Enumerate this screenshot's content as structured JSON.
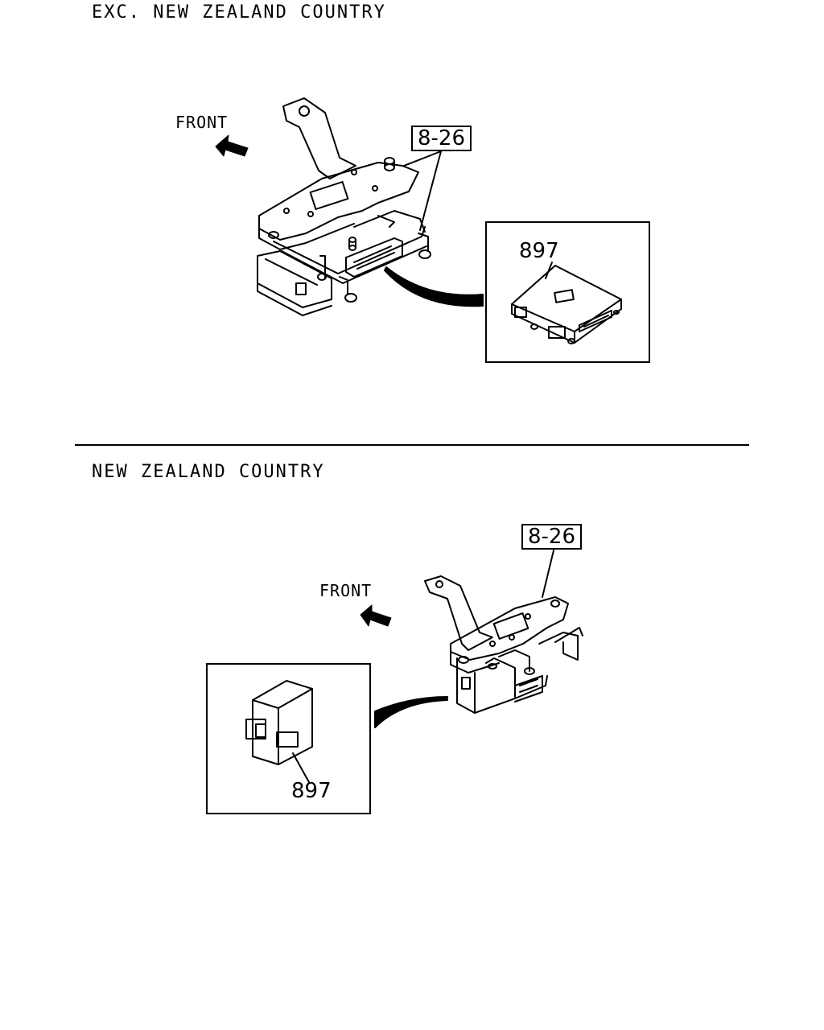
{
  "sections": [
    {
      "title": "EXC. NEW ZEALAND COUNTRY",
      "front_label": "FRONT",
      "reference": "8-26",
      "part_number": "897"
    },
    {
      "title": "NEW ZEALAND COUNTRY",
      "front_label": "FRONT",
      "reference": "8-26",
      "part_number": "897"
    }
  ],
  "icons": {
    "front_arrow": "front-arrow-icon",
    "bracket": "bracket-assembly-illustration",
    "control_unit": "control-unit-illustration"
  },
  "colors": {
    "line": "#000000",
    "background": "#ffffff"
  }
}
